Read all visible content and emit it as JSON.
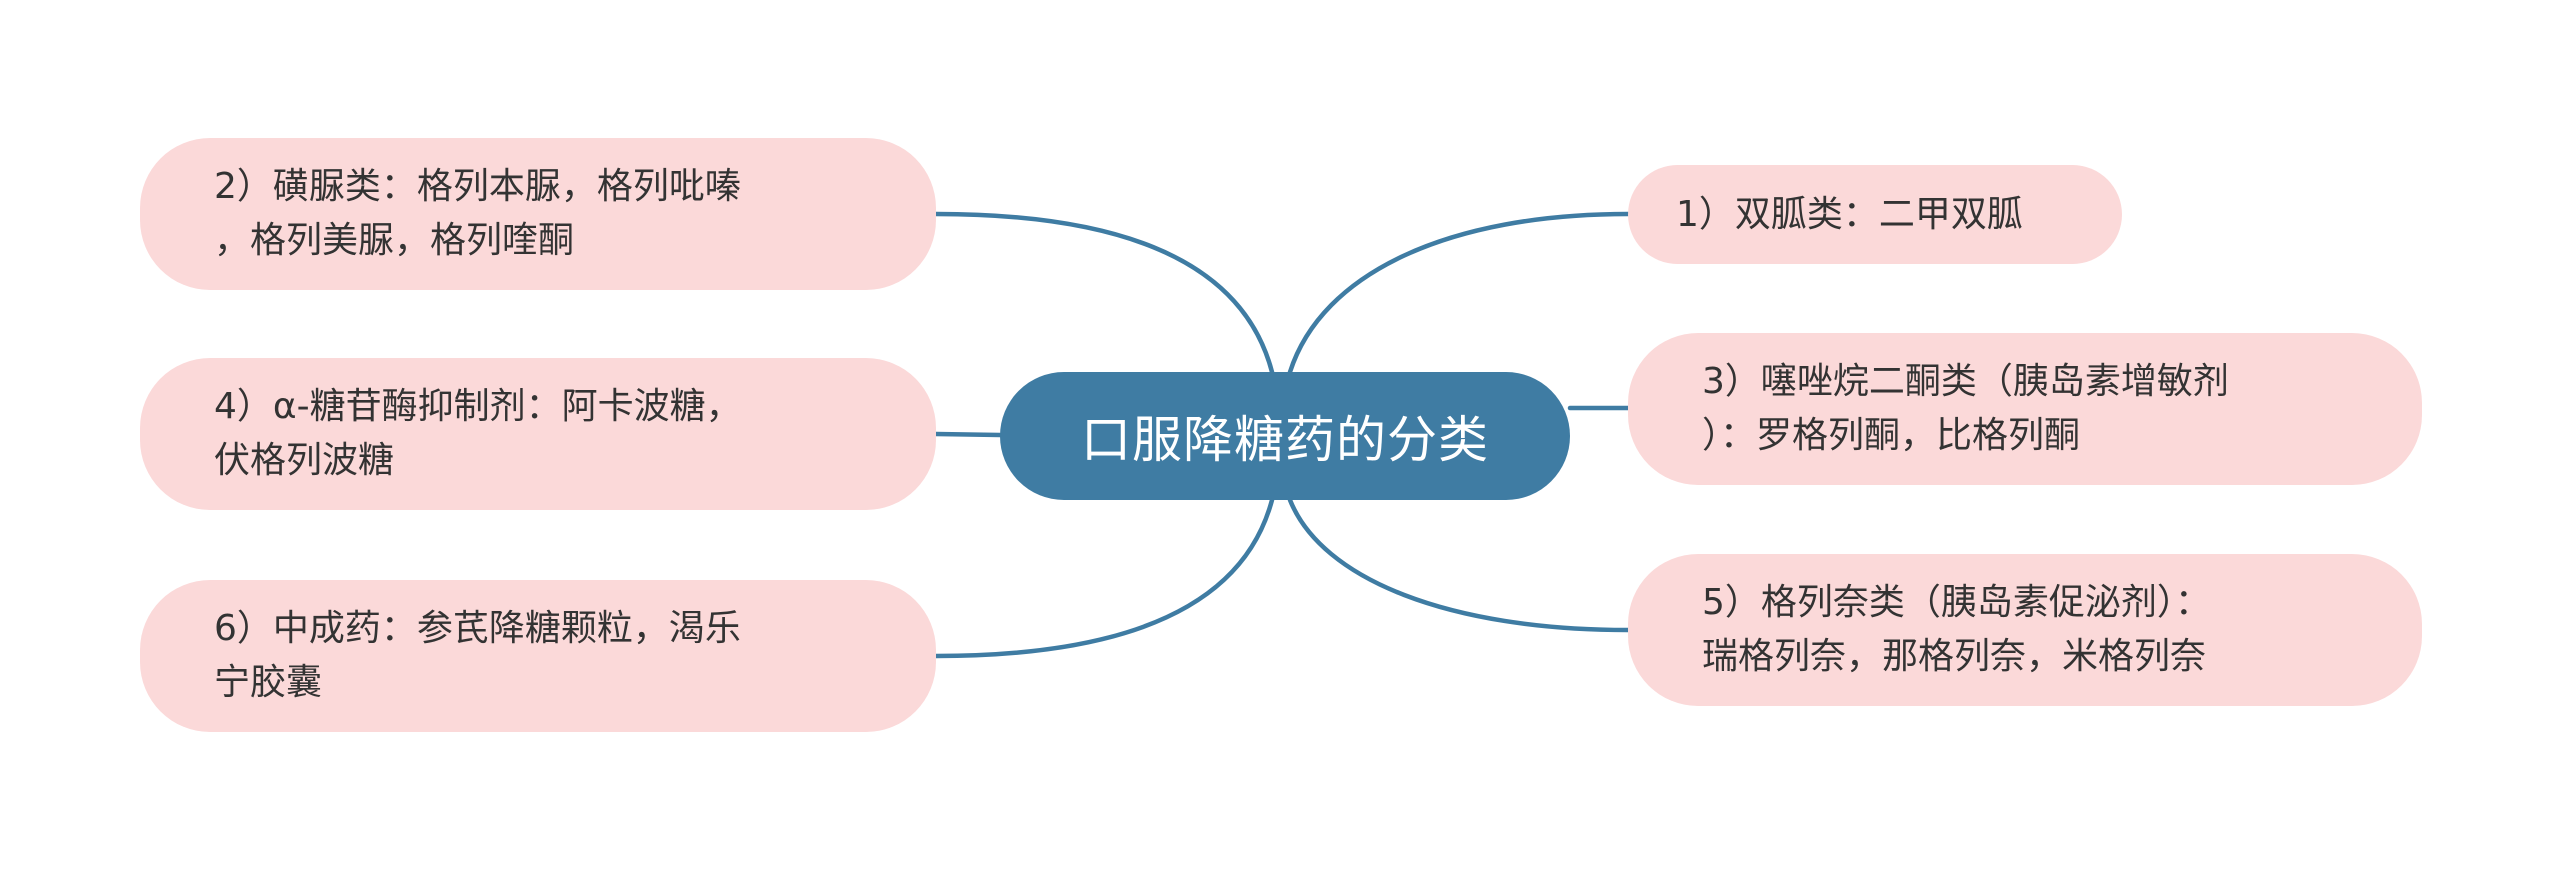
{
  "mindmap": {
    "central_topic": "口服降糖药的分类",
    "colors": {
      "central_fill": "#3f7ca3",
      "central_text": "#ffffff",
      "topic_fill": "#fbd9d9",
      "topic_text": "#333333",
      "connector": "#3f7ca3",
      "background": "#ffffff"
    },
    "branches": [
      {
        "side": "right",
        "label": "1）双胍类：二甲双胍"
      },
      {
        "side": "left",
        "label": "2）磺脲类：格列本脲，格列吡嗪\n，格列美脲，格列喹酮"
      },
      {
        "side": "right",
        "label": "3）噻唑烷二酮类（胰岛素增敏剂\n）：罗格列酮，比格列酮"
      },
      {
        "side": "left",
        "label": "4）α-糖苷酶抑制剂：阿卡波糖，\n伏格列波糖"
      },
      {
        "side": "right",
        "label": "5）格列奈类（胰岛素促泌剂）：\n瑞格列奈，那格列奈，米格列奈"
      },
      {
        "side": "left",
        "label": "6）中成药：参芪降糖颗粒，渴乐\n宁胶囊"
      }
    ]
  }
}
